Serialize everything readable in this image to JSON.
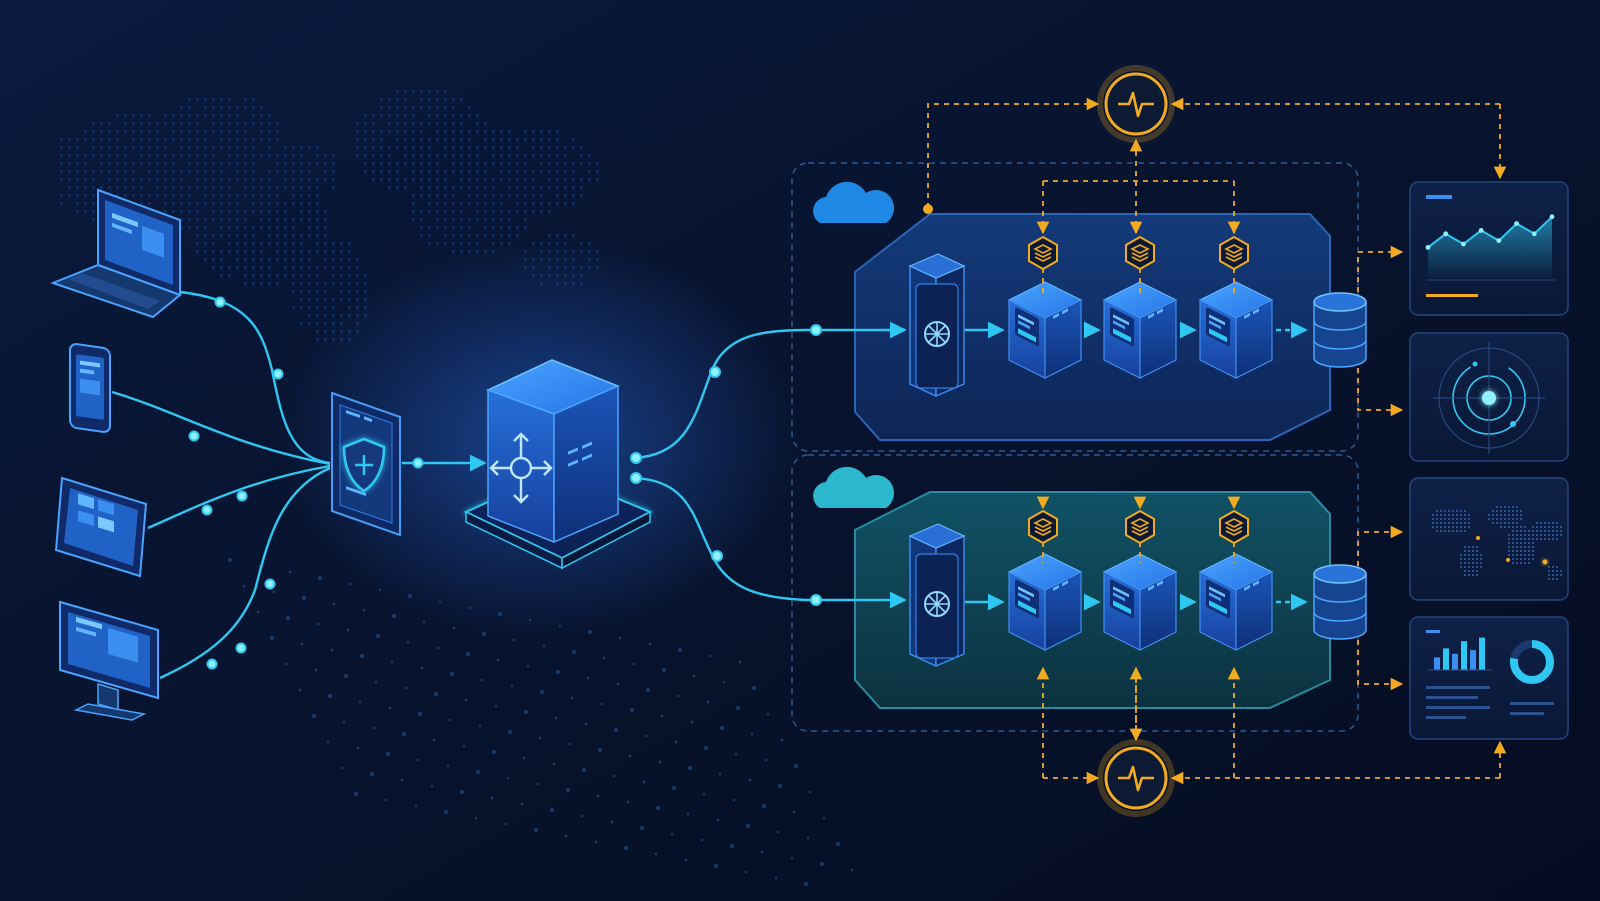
{
  "colors": {
    "background": "#07122b",
    "flow": "#2fc8f2",
    "monitor": "#f2aa20",
    "node_fill": "#1d64c9",
    "top_region": "#0e2d63",
    "bottom_region": "#0d3f52",
    "top_cloud": "#1f8ae6",
    "bottom_cloud": "#2bb8cf"
  },
  "clients": [
    {
      "name": "laptop",
      "icon": "laptop-icon"
    },
    {
      "name": "phone",
      "icon": "smartphone-icon"
    },
    {
      "name": "tablet",
      "icon": "tablet-icon"
    },
    {
      "name": "monitor",
      "icon": "desktop-monitor-icon"
    }
  ],
  "gateway": {
    "icon": "shield-icon"
  },
  "load_balancer": {
    "icon": "directional-arrows-icon"
  },
  "regions": [
    {
      "name": "top",
      "cloud_icon": "cloud-icon",
      "ingress_icon": "fan-icon",
      "services": 3,
      "db_icon": "database-icon",
      "monitor_icon": "heartbeat-icon"
    },
    {
      "name": "bottom",
      "cloud_icon": "cloud-icon",
      "ingress_icon": "fan-icon",
      "services": 3,
      "db_icon": "database-icon",
      "monitor_icon": "heartbeat-icon"
    }
  ],
  "service_badge_icon": "layers-icon",
  "dashboards": [
    {
      "name": "line-chart-panel",
      "icon": "line-chart-icon",
      "series": [
        0.55,
        0.35,
        0.5,
        0.3,
        0.45,
        0.2,
        0.35,
        0.1
      ]
    },
    {
      "name": "radar-panel",
      "icon": "radar-icon"
    },
    {
      "name": "world-map-panel",
      "icon": "world-map-icon"
    },
    {
      "name": "bar-donut-panel",
      "icon": "bar-chart-icon",
      "bars": [
        0.35,
        0.6,
        0.45,
        0.8,
        0.55,
        0.9
      ],
      "donut_fraction": 0.78
    }
  ]
}
